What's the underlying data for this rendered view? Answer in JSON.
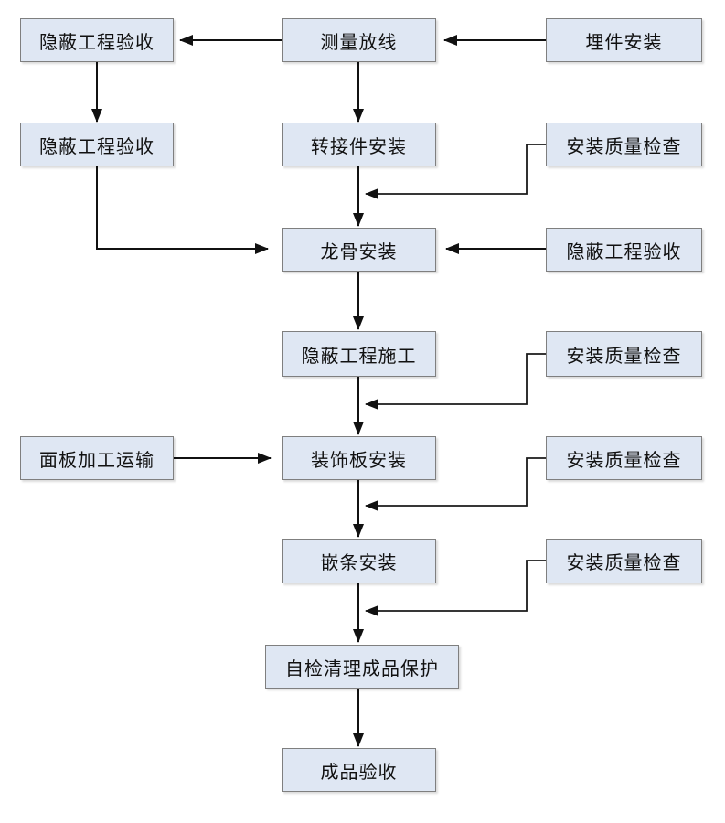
{
  "diagram": {
    "type": "flowchart",
    "language": "zh-CN",
    "colors": {
      "box_fill": "#dfe7f3",
      "box_border": "#7f7f7f",
      "arrow": "#111111",
      "background": "#ffffff"
    },
    "nodes": [
      {
        "id": "concealed-acceptance-1",
        "label": "隐蔽工程验收"
      },
      {
        "id": "survey-layout",
        "label": "测量放线"
      },
      {
        "id": "embed-install",
        "label": "埋件安装"
      },
      {
        "id": "concealed-acceptance-2",
        "label": "隐蔽工程验收"
      },
      {
        "id": "adapter-install",
        "label": "转接件安装"
      },
      {
        "id": "quality-check-1",
        "label": "安装质量检查"
      },
      {
        "id": "keel-install",
        "label": "龙骨安装"
      },
      {
        "id": "concealed-acceptance-3",
        "label": "隐蔽工程验收"
      },
      {
        "id": "concealed-construction",
        "label": "隐蔽工程施工"
      },
      {
        "id": "quality-check-2",
        "label": "安装质量检查"
      },
      {
        "id": "panel-processing",
        "label": "面板加工运输"
      },
      {
        "id": "decor-panel-install",
        "label": "装饰板安装"
      },
      {
        "id": "quality-check-3",
        "label": "安装质量检查"
      },
      {
        "id": "trim-install",
        "label": "嵌条安装"
      },
      {
        "id": "quality-check-4",
        "label": "安装质量检查"
      },
      {
        "id": "self-check-protect",
        "label": "自检清理成品保护"
      },
      {
        "id": "final-acceptance",
        "label": "成品验收"
      }
    ],
    "edges": [
      {
        "from": "embed-install",
        "to": "survey-layout",
        "style": "arrow"
      },
      {
        "from": "survey-layout",
        "to": "concealed-acceptance-1",
        "style": "arrow"
      },
      {
        "from": "concealed-acceptance-1",
        "to": "concealed-acceptance-2",
        "style": "arrow"
      },
      {
        "from": "survey-layout",
        "to": "adapter-install",
        "style": "arrow"
      },
      {
        "from": "adapter-install",
        "to": "keel-install",
        "style": "arrow"
      },
      {
        "from": "quality-check-1",
        "to": "adapter-install/keel-install",
        "style": "elbow-arrow"
      },
      {
        "from": "concealed-acceptance-2",
        "to": "keel-install",
        "style": "elbow-arrow"
      },
      {
        "from": "concealed-acceptance-3",
        "to": "keel-install",
        "style": "arrow"
      },
      {
        "from": "keel-install",
        "to": "concealed-construction",
        "style": "arrow"
      },
      {
        "from": "concealed-construction",
        "to": "decor-panel-install",
        "style": "arrow"
      },
      {
        "from": "quality-check-2",
        "to": "concealed-construction/decor-panel-install",
        "style": "elbow-arrow"
      },
      {
        "from": "panel-processing",
        "to": "decor-panel-install",
        "style": "arrow"
      },
      {
        "from": "decor-panel-install",
        "to": "trim-install",
        "style": "arrow"
      },
      {
        "from": "quality-check-3",
        "to": "decor-panel-install/trim-install",
        "style": "elbow-arrow"
      },
      {
        "from": "trim-install",
        "to": "self-check-protect",
        "style": "arrow"
      },
      {
        "from": "quality-check-4",
        "to": "trim-install/self-check-protect",
        "style": "elbow-arrow"
      },
      {
        "from": "self-check-protect",
        "to": "final-acceptance",
        "style": "arrow"
      }
    ]
  }
}
